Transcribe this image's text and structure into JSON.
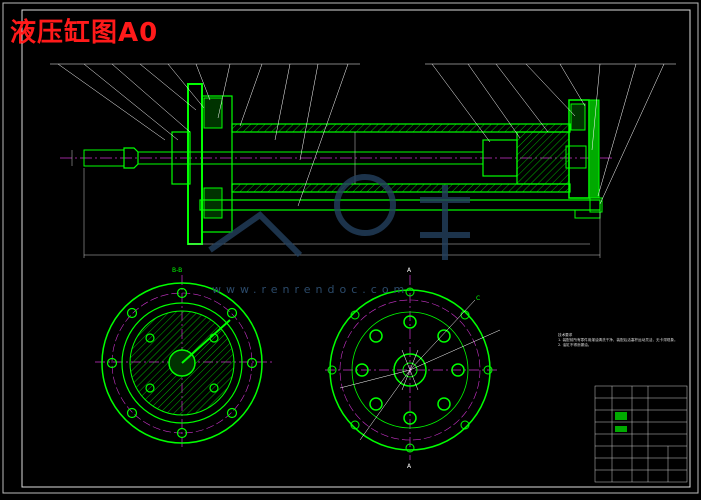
{
  "drawing": {
    "title": "液压缸图A0",
    "watermark_url": "www.renrendoc.com",
    "section_label_top": "B-B",
    "section_label_side": "A",
    "section_label_c": "C",
    "notes_title": "技术要求",
    "notes": [
      "1. 装配前所有零件用煤油清洗干净，装配后活塞杆运动灵活，无卡滞现象。",
      "2. 油缸不得渗漏油。"
    ]
  },
  "colors": {
    "background": "#000000",
    "outline": "#00ff00",
    "centerline": "#cc33cc",
    "leader": "#ffffff",
    "title": "#ff1a1a",
    "watermark": "#2b4a6a"
  }
}
